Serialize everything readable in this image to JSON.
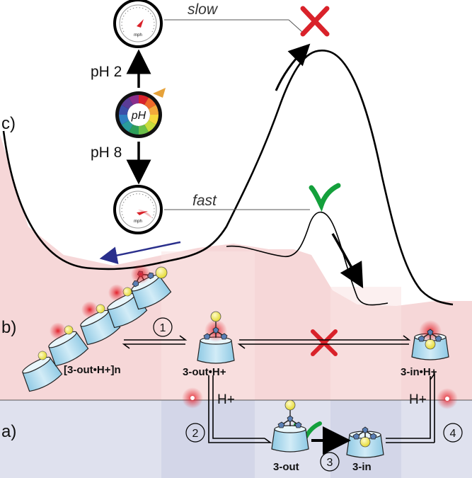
{
  "panels": {
    "a": "a)",
    "b": "b)",
    "c": "c)"
  },
  "ph_meter": {
    "low": "pH 2",
    "high": "pH 8",
    "dial_text": "pH"
  },
  "speedometers": {
    "slow": "slow",
    "fast": "fast",
    "unit": "mph"
  },
  "species": {
    "polymer": "[3-out•H+]n",
    "out_protonated": "3-out•H+",
    "in_protonated": "3-in•H+",
    "out": "3-out",
    "in": "3-in"
  },
  "proton_labels": {
    "left": "H+",
    "right": "H+"
  },
  "step_numbers": {
    "s1": "1",
    "s2": "2",
    "s3": "3",
    "s4": "4"
  },
  "colors": {
    "pink_region": "#f6d7d8",
    "blue_region": "#dfe1ee",
    "cross_red": "#d9222a",
    "check_green": "#14a03c",
    "curve_black": "#000000",
    "return_arrow_blue": "#2a2f8c",
    "cup_blue": "#b5dcef",
    "ball_yellow": "#f4ec6a",
    "glow_red": "#e3202a"
  },
  "icons": [
    "red-cross-icon",
    "green-check-icon",
    "speedometer-icon",
    "ph-dial-icon",
    "proton-glow-icon"
  ]
}
